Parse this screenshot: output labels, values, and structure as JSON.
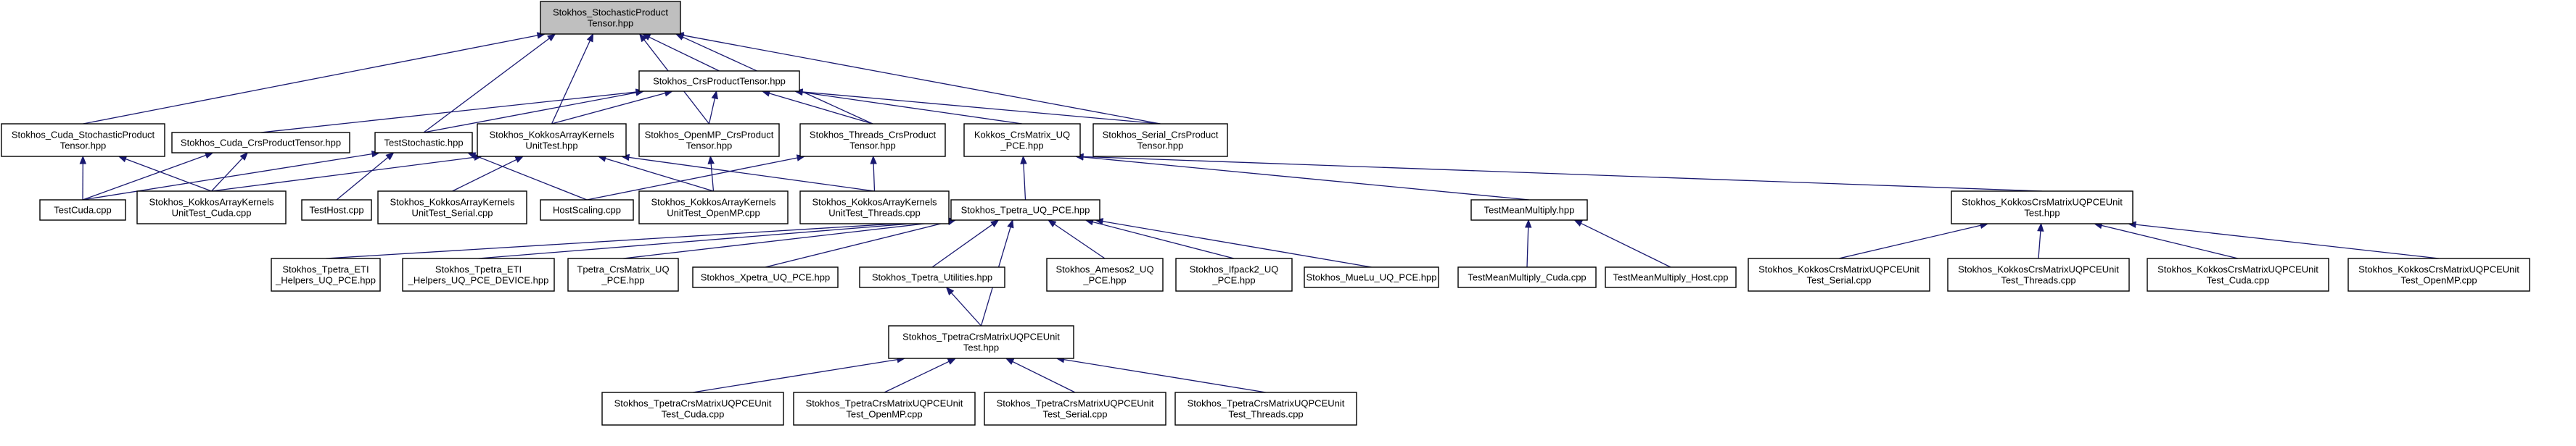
{
  "nodes": [
    {
      "id": "spt",
      "lines": [
        "Stokhos_StochasticProduct",
        "Tensor.hpp"
      ],
      "root": true
    },
    {
      "id": "cudaspt",
      "lines": [
        "Stokhos_Cuda_StochasticProduct",
        "Tensor.hpp"
      ]
    },
    {
      "id": "crspt",
      "lines": [
        "Stokhos_CrsProductTensor.hpp"
      ]
    },
    {
      "id": "cudacrspt",
      "lines": [
        "Stokhos_Cuda_CrsProductTensor.hpp"
      ]
    },
    {
      "id": "teststoch",
      "lines": [
        "TestStochastic.hpp"
      ]
    },
    {
      "id": "kakut",
      "lines": [
        "Stokhos_KokkosArrayKernels",
        "UnitTest.hpp"
      ]
    },
    {
      "id": "ompcrs",
      "lines": [
        "Stokhos_OpenMP_CrsProduct",
        "Tensor.hpp"
      ]
    },
    {
      "id": "thrcrs",
      "lines": [
        "Stokhos_Threads_CrsProduct",
        "Tensor.hpp"
      ]
    },
    {
      "id": "kcrsuq",
      "lines": [
        "Kokkos_CrsMatrix_UQ",
        "_PCE.hpp"
      ]
    },
    {
      "id": "sercrs",
      "lines": [
        "Stokhos_Serial_CrsProduct",
        "Tensor.hpp"
      ]
    },
    {
      "id": "testcuda",
      "lines": [
        "TestCuda.cpp"
      ]
    },
    {
      "id": "kakcuda",
      "lines": [
        "Stokhos_KokkosArrayKernels",
        "UnitTest_Cuda.cpp"
      ]
    },
    {
      "id": "testhost",
      "lines": [
        "TestHost.cpp"
      ]
    },
    {
      "id": "kakserial",
      "lines": [
        "Stokhos_KokkosArrayKernels",
        "UnitTest_Serial.cpp"
      ]
    },
    {
      "id": "hostscal",
      "lines": [
        "HostScaling.cpp"
      ]
    },
    {
      "id": "kakomp",
      "lines": [
        "Stokhos_KokkosArrayKernels",
        "UnitTest_OpenMP.cpp"
      ]
    },
    {
      "id": "kakthr",
      "lines": [
        "Stokhos_KokkosArrayKernels",
        "UnitTest_Threads.cpp"
      ]
    },
    {
      "id": "tpetrauq",
      "lines": [
        "Stokhos_Tpetra_UQ_PCE.hpp"
      ]
    },
    {
      "id": "testmm",
      "lines": [
        "TestMeanMultiply.hpp"
      ]
    },
    {
      "id": "kkcrsut",
      "lines": [
        "Stokhos_KokkosCrsMatrixUQPCEUnit",
        "Test.hpp"
      ]
    },
    {
      "id": "eti",
      "lines": [
        "Stokhos_Tpetra_ETI",
        "_Helpers_UQ_PCE.hpp"
      ]
    },
    {
      "id": "etidev",
      "lines": [
        "Stokhos_Tpetra_ETI",
        "_Helpers_UQ_PCE_DEVICE.hpp"
      ]
    },
    {
      "id": "tpcrs",
      "lines": [
        "Tpetra_CrsMatrix_UQ",
        "_PCE.hpp"
      ]
    },
    {
      "id": "xpetra",
      "lines": [
        "Stokhos_Xpetra_UQ_PCE.hpp"
      ]
    },
    {
      "id": "tputil",
      "lines": [
        "Stokhos_Tpetra_Utilities.hpp"
      ]
    },
    {
      "id": "amesos",
      "lines": [
        "Stokhos_Amesos2_UQ",
        "_PCE.hpp"
      ]
    },
    {
      "id": "ifpack",
      "lines": [
        "Stokhos_Ifpack2_UQ",
        "_PCE.hpp"
      ]
    },
    {
      "id": "muelu",
      "lines": [
        "Stokhos_MueLu_UQ_PCE.hpp"
      ]
    },
    {
      "id": "mmcuda",
      "lines": [
        "TestMeanMultiply_Cuda.cpp"
      ]
    },
    {
      "id": "mmhost",
      "lines": [
        "TestMeanMultiply_Host.cpp"
      ]
    },
    {
      "id": "kkser",
      "lines": [
        "Stokhos_KokkosCrsMatrixUQPCEUnit",
        "Test_Serial.cpp"
      ]
    },
    {
      "id": "kkthr",
      "lines": [
        "Stokhos_KokkosCrsMatrixUQPCEUnit",
        "Test_Threads.cpp"
      ]
    },
    {
      "id": "kkcuda",
      "lines": [
        "Stokhos_KokkosCrsMatrixUQPCEUnit",
        "Test_Cuda.cpp"
      ]
    },
    {
      "id": "kkomp",
      "lines": [
        "Stokhos_KokkosCrsMatrixUQPCEUnit",
        "Test_OpenMP.cpp"
      ]
    },
    {
      "id": "tpcrsut",
      "lines": [
        "Stokhos_TpetraCrsMatrixUQPCEUnit",
        "Test.hpp"
      ]
    },
    {
      "id": "tpcuda",
      "lines": [
        "Stokhos_TpetraCrsMatrixUQPCEUnit",
        "Test_Cuda.cpp"
      ]
    },
    {
      "id": "tpomp",
      "lines": [
        "Stokhos_TpetraCrsMatrixUQPCEUnit",
        "Test_OpenMP.cpp"
      ]
    },
    {
      "id": "tpser",
      "lines": [
        "Stokhos_TpetraCrsMatrixUQPCEUnit",
        "Test_Serial.cpp"
      ]
    },
    {
      "id": "tpthr",
      "lines": [
        "Stokhos_TpetraCrsMatrixUQPCEUnit",
        "Test_Threads.cpp"
      ]
    }
  ],
  "edges": [
    [
      "spt",
      "cudaspt"
    ],
    [
      "spt",
      "crspt"
    ],
    [
      "spt",
      "teststoch"
    ],
    [
      "spt",
      "kakut"
    ],
    [
      "spt",
      "ompcrs"
    ],
    [
      "spt",
      "thrcrs"
    ],
    [
      "spt",
      "sercrs"
    ],
    [
      "crspt",
      "cudacrspt"
    ],
    [
      "crspt",
      "teststoch"
    ],
    [
      "crspt",
      "kakut"
    ],
    [
      "crspt",
      "ompcrs"
    ],
    [
      "crspt",
      "thrcrs"
    ],
    [
      "crspt",
      "kcrsuq"
    ],
    [
      "crspt",
      "sercrs"
    ],
    [
      "cudaspt",
      "testcuda"
    ],
    [
      "cudaspt",
      "kakcuda"
    ],
    [
      "cudacrspt",
      "testcuda"
    ],
    [
      "cudacrspt",
      "kakcuda"
    ],
    [
      "teststoch",
      "testcuda"
    ],
    [
      "teststoch",
      "testhost"
    ],
    [
      "teststoch",
      "hostscal"
    ],
    [
      "kakut",
      "kakcuda"
    ],
    [
      "kakut",
      "kakserial"
    ],
    [
      "kakut",
      "kakomp"
    ],
    [
      "kakut",
      "kakthr"
    ],
    [
      "ompcrs",
      "kakomp"
    ],
    [
      "thrcrs",
      "hostscal"
    ],
    [
      "thrcrs",
      "kakthr"
    ],
    [
      "kcrsuq",
      "tpetrauq"
    ],
    [
      "kcrsuq",
      "testmm"
    ],
    [
      "kcrsuq",
      "kkcrsut"
    ],
    [
      "tpetrauq",
      "eti"
    ],
    [
      "tpetrauq",
      "etidev"
    ],
    [
      "tpetrauq",
      "tpcrs"
    ],
    [
      "tpetrauq",
      "xpetra"
    ],
    [
      "tpetrauq",
      "tputil"
    ],
    [
      "tpetrauq",
      "amesos"
    ],
    [
      "tpetrauq",
      "ifpack"
    ],
    [
      "tpetrauq",
      "muelu"
    ],
    [
      "tpetrauq",
      "tpcrsut"
    ],
    [
      "tputil",
      "tpcrsut"
    ],
    [
      "testmm",
      "mmcuda"
    ],
    [
      "testmm",
      "mmhost"
    ],
    [
      "kkcrsut",
      "kkser"
    ],
    [
      "kkcrsut",
      "kkthr"
    ],
    [
      "kkcrsut",
      "kkcuda"
    ],
    [
      "kkcrsut",
      "kkomp"
    ],
    [
      "tpcrsut",
      "tpcuda"
    ],
    [
      "tpcrsut",
      "tpomp"
    ],
    [
      "tpcrsut",
      "tpser"
    ],
    [
      "tpcrsut",
      "tpthr"
    ]
  ]
}
